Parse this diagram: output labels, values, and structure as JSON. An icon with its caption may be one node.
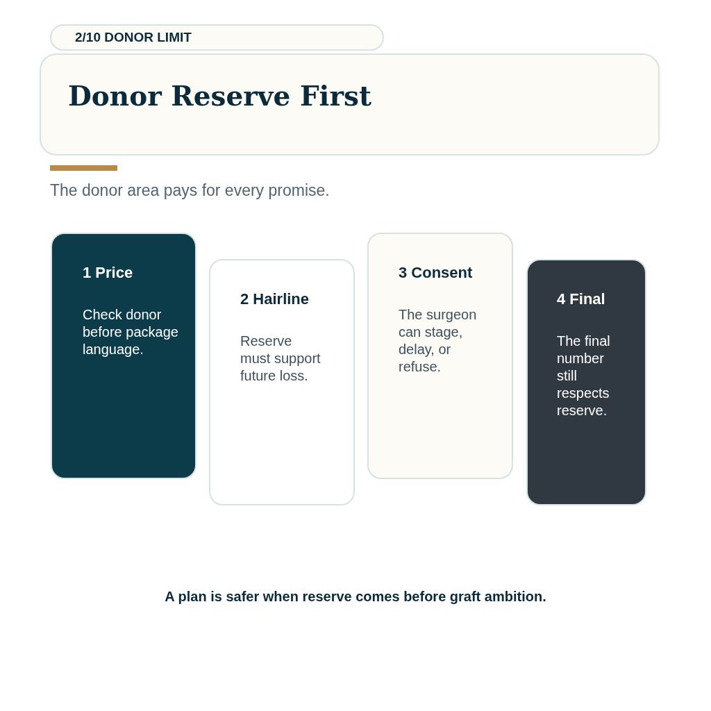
{
  "diagram": {
    "title": "Donor Reserve First",
    "caption": "A plan is safer when reserve comes before graft ambition.",
    "nodes": [
      {
        "text": [
          "2/10 DONOR LIMIT"
        ]
      },
      {
        "text": [
          "1 Price",
          "Check donor before package language."
        ]
      },
      {
        "text": [
          "2 Hairline",
          "Reserve must support future loss."
        ]
      },
      {
        "text": [
          "3 Consent",
          "The surgeon can stage, delay, or refuse."
        ]
      },
      {
        "text": [
          "4 Final",
          "The final number still respects reserve."
        ]
      }
    ],
    "labels": [
      "The donor area pays for every promise."
    ]
  }
}
